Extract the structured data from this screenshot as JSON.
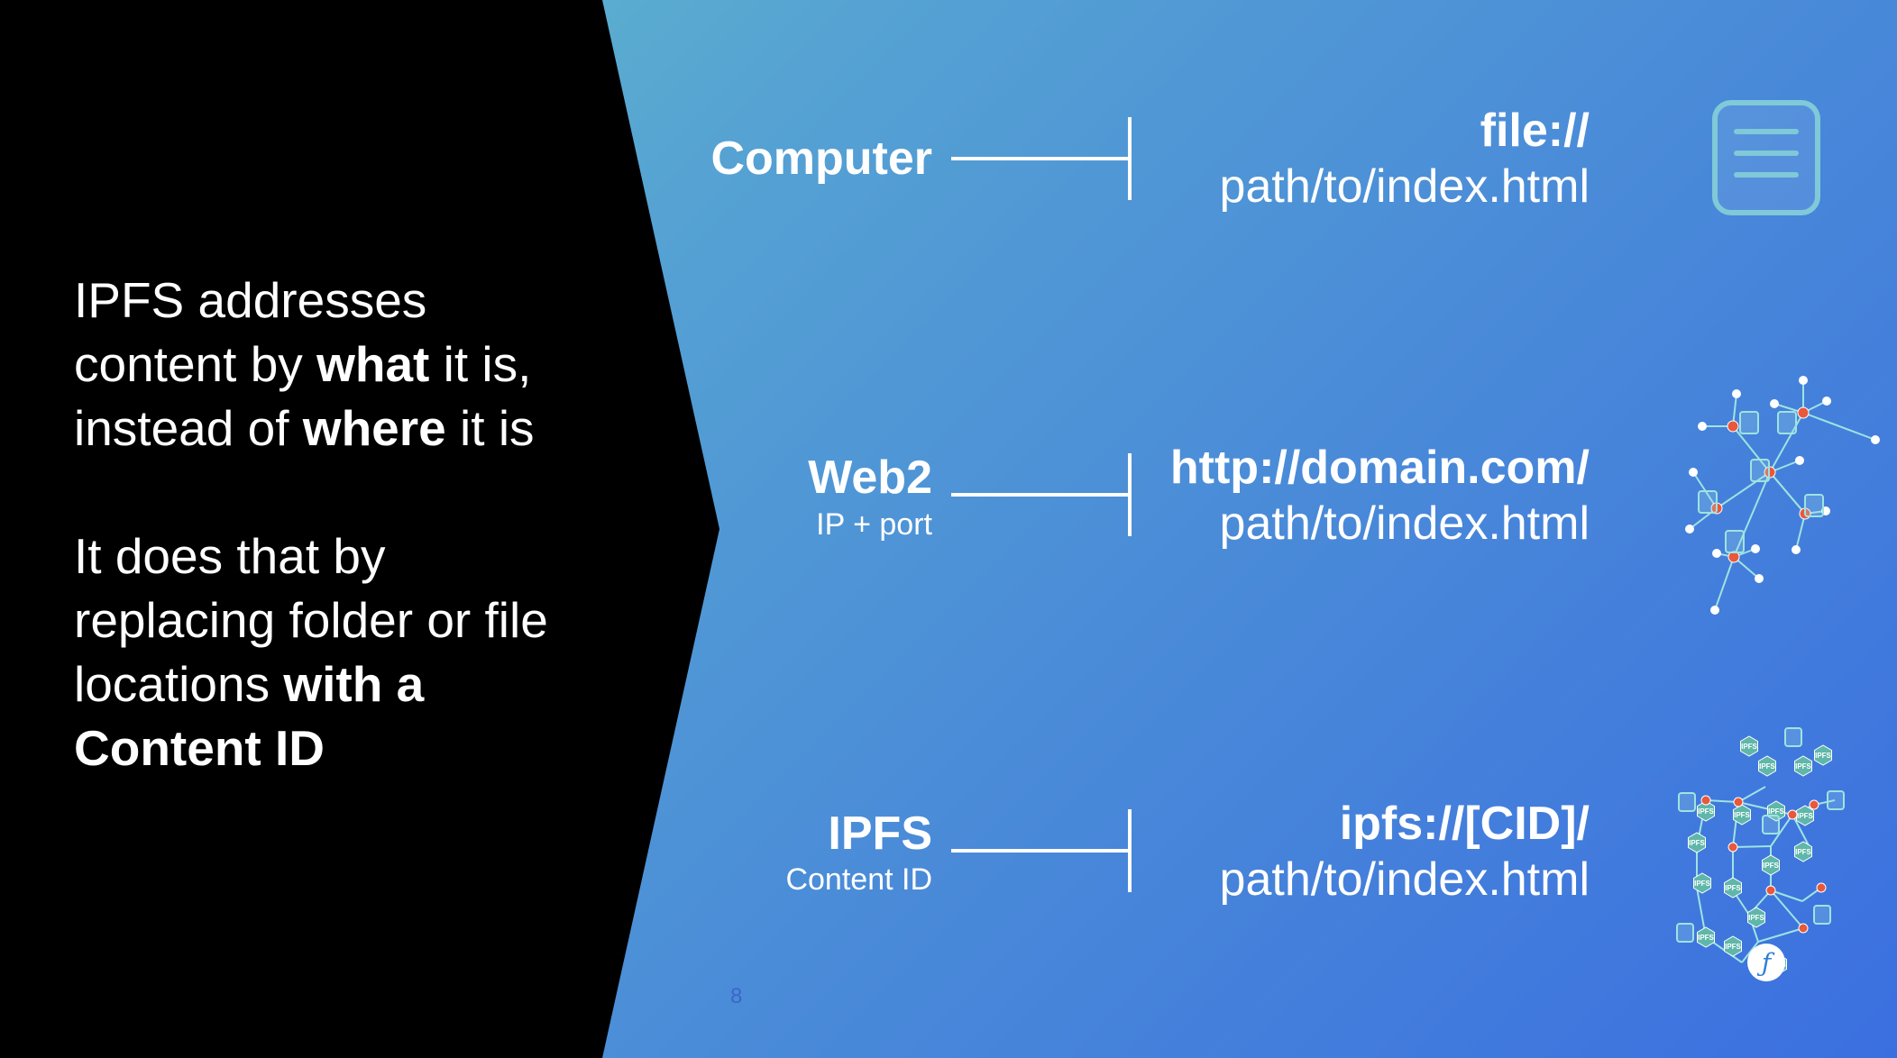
{
  "left_panel": {
    "line1": "IPFS addresses",
    "line2_pre": "content by ",
    "line2_bold": "what",
    "line2_post": " it is,",
    "line3_pre": "instead of ",
    "line3_bold": "where",
    "line3_post": " it is",
    "line4": "It does that by",
    "line5": "replacing folder or file",
    "line6_pre": "locations ",
    "line6_bold": "with a",
    "line7_bold": "Content ID"
  },
  "rows": [
    {
      "label": "Computer",
      "sublabel": "",
      "scheme": "file://",
      "path": "path/to/index.html",
      "icon": "document-icon"
    },
    {
      "label": "Web2",
      "sublabel": "IP + port",
      "scheme": "http://domain.com/",
      "path": "path/to/index.html",
      "icon": "network-graph-icon"
    },
    {
      "label": "IPFS",
      "sublabel": "Content ID",
      "scheme": "ipfs://[CID]/",
      "path": "path/to/index.html",
      "icon": "ipfs-network-icon"
    }
  ],
  "page_number": "8",
  "ipfs_node_label": "IPFS",
  "filecoin_glyph": "ƒ",
  "colors": {
    "left_background": "#000000",
    "gradient_start": "#66c2c8",
    "gradient_end": "#3b6fe0",
    "text": "#ffffff",
    "node_dot": "#e8583c",
    "ipfs_hex": "#5fb7a9"
  }
}
